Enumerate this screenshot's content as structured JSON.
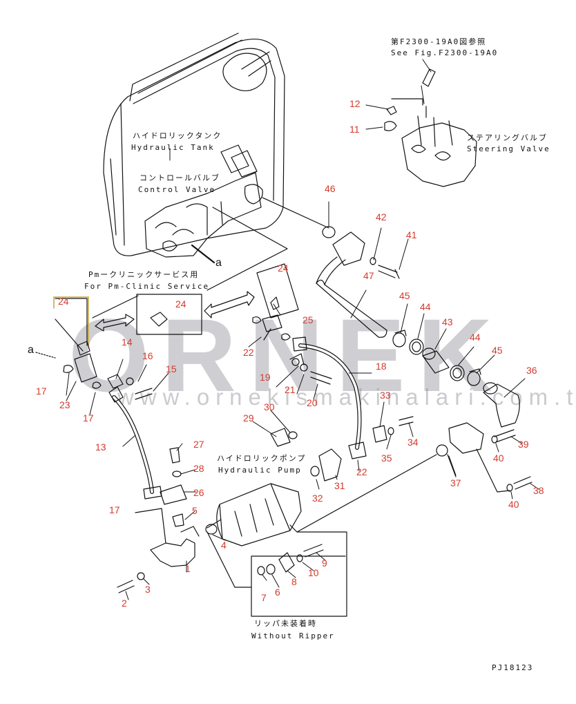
{
  "watermark": {
    "brand": "ORNEK",
    "site": "www.ornekismakinalari.com.tr"
  },
  "labels": {
    "see_fig_jp": "第F2300-19A0図参照",
    "see_fig_en": "See Fig.F2300-19A0",
    "steering_valve_jp": "ステアリングバルブ",
    "steering_valve_en": "Steering Valve",
    "hydraulic_tank_jp": "ハイドロリックタンク",
    "hydraulic_tank_en": "Hydraulic Tank",
    "control_valve_jp": "コントロールバルブ",
    "control_valve_en": "Control Valve",
    "pm_clinic_jp": "Pmークリニックサービス用",
    "pm_clinic_en": "For Pm-Clinic Service",
    "hydraulic_pump_jp": "ハイドロリックポンプ",
    "hydraulic_pump_en": "Hydraulic Pump",
    "without_ripper_jp": "リッパ未装着時",
    "without_ripper_en": "Without Ripper",
    "drawing_code": "PJ18123",
    "view_a_top": "a",
    "view_a_left": "a"
  },
  "part_numbers": {
    "p1": "1",
    "p2": "2",
    "p3": "3",
    "p4": "4",
    "p5": "5",
    "p6": "6",
    "p7": "7",
    "p8": "8",
    "p9": "9",
    "p10": "10",
    "p11": "11",
    "p12": "12",
    "p13": "13",
    "p14": "14",
    "p15": "15",
    "p16": "16",
    "p17a": "17",
    "p17b": "17",
    "p17c": "17",
    "p18": "18",
    "p19": "19",
    "p20": "20",
    "p21": "21",
    "p22a": "22",
    "p22b": "22",
    "p23": "23",
    "p24a": "24",
    "p24b": "24",
    "p24c": "24",
    "p25": "25",
    "p26": "26",
    "p27": "27",
    "p28": "28",
    "p29": "29",
    "p30": "30",
    "p31": "31",
    "p32": "32",
    "p33": "33",
    "p34": "34",
    "p35": "35",
    "p36": "36",
    "p37": "37",
    "p38": "38",
    "p39": "39",
    "p40a": "40",
    "p40b": "40",
    "p41": "41",
    "p42": "42",
    "p43": "43",
    "p44a": "44",
    "p44b": "44",
    "p45a": "45",
    "p45b": "45",
    "p46": "46",
    "p47": "47"
  },
  "colors": {
    "part_number": "#d33a2c",
    "line": "#111111",
    "watermark": "#8c8c96"
  }
}
